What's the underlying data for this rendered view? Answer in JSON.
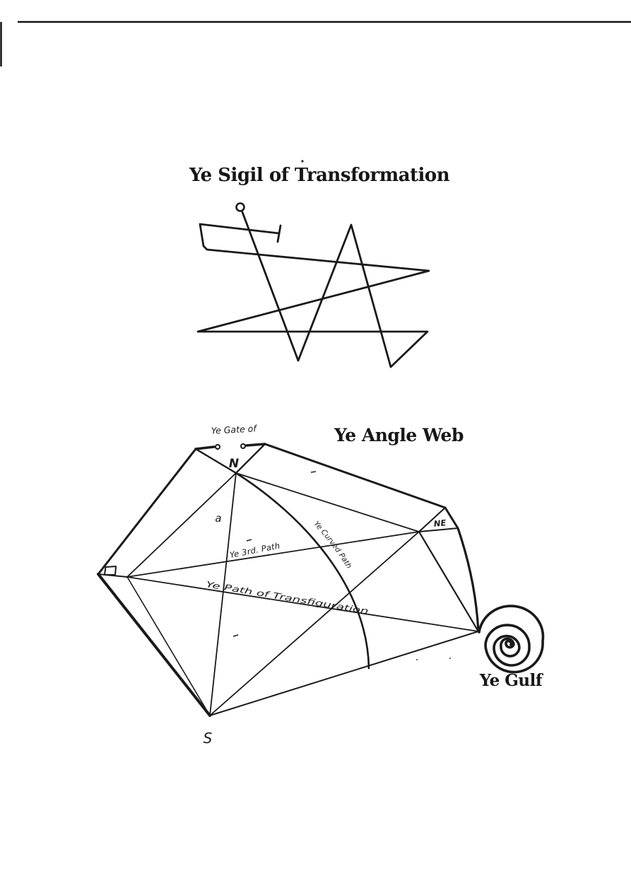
{
  "page": {
    "background": "#ffffff",
    "ink_color": "#1a1a1a"
  },
  "figures": {
    "sigil": {
      "title": "Ye Sigil of Transformation"
    },
    "angle_web": {
      "title": "Ye Angle Web",
      "labels": {
        "gate": "Ye Gate of",
        "north": "N",
        "alpha": "a",
        "third_path": "Ye 3rd. Path",
        "transfiguration": "Ye Path of Transfiguration",
        "curved_path": "Ye Curved Path",
        "northeast": "NE",
        "south": "S",
        "gulf": "Ye Gulf"
      }
    }
  }
}
